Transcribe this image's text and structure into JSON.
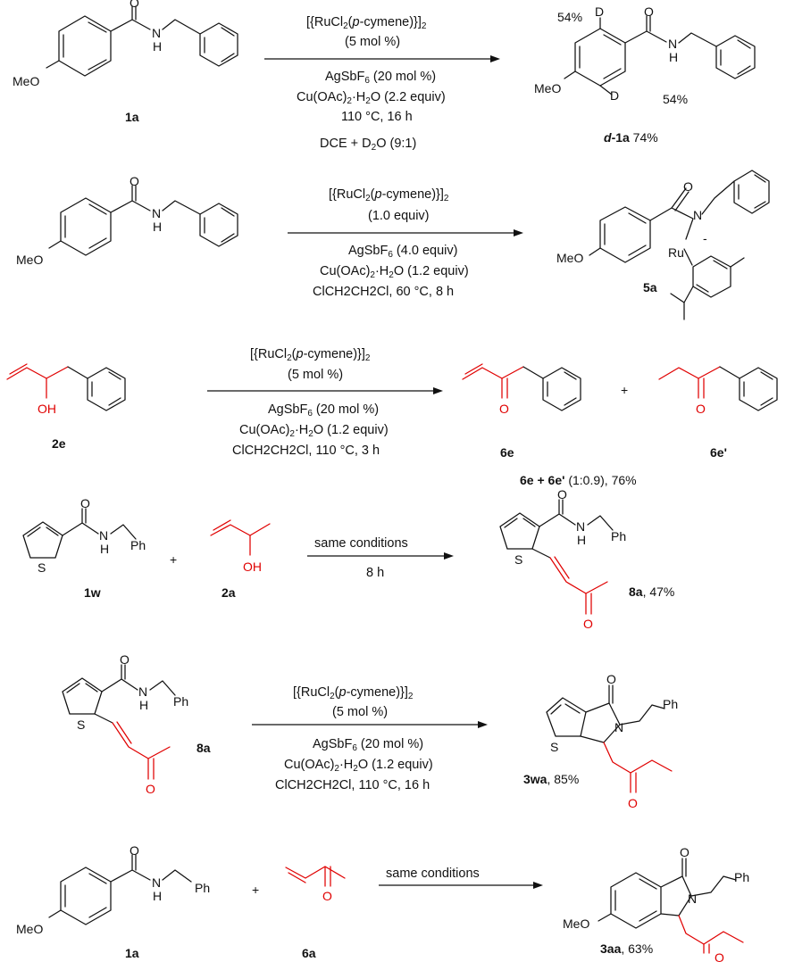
{
  "colors": {
    "ink": "#111111",
    "highlight": "#e00000",
    "background": "#ffffff"
  },
  "text": {
    "sub6": "6",
    "sub2": "2",
    "r1": {
      "cond_top_a": "[{RuCl",
      "cond_top_b": "(",
      "cond_top_c": "p",
      "cond_top_d": "-cymene)}]",
      "cond_loading": "(5 mol %)",
      "cond_ag": "AgSbF",
      "cond_ag_amt": " (20 mol %)",
      "cond_cu_a": "Cu(OAc)",
      "cond_cu_b": "·H",
      "cond_cu_c": "O (2.2 equiv)",
      "cond_temp": "110 °C, 16 h",
      "cond_solv_a": "DCE + D",
      "cond_solv_b": "O (9:1)",
      "reactant_label": "1a",
      "product_label_a": "d",
      "product_label_b": "-1a",
      "product_yield": " 74%",
      "deuteration_top": "54%",
      "deuteration_bottom": "54%",
      "D1": "D",
      "D2": "D",
      "MeO": "MeO",
      "O": "O",
      "NH_N": "N",
      "NH_H": "H"
    },
    "r2": {
      "cond_top_a": "[{RuCl",
      "cond_top_b": "(",
      "cond_top_c": "p",
      "cond_top_d": "-cymene)}]",
      "cond_loading": "(1.0 equiv)",
      "cond_ag": "AgSbF",
      "cond_ag_amt": " (4.0 equiv)",
      "cond_cu_a": "Cu(OAc)",
      "cond_cu_b": "·H",
      "cond_cu_c": "O (1.2 equiv)",
      "cond_solv": "ClCH2CH2Cl, 60 °C, 8 h",
      "product_label": "5a",
      "MeO": "MeO",
      "O": "O",
      "NH_N": "N",
      "NH_H": "H",
      "N": "N",
      "Ru": "Ru",
      "minus": "-",
      "MeO_p": "MeO",
      "O_p": "O"
    },
    "r3": {
      "cond_top_a": "[{RuCl",
      "cond_top_b": "(",
      "cond_top_c": "p",
      "cond_top_d": "-cymene)}]",
      "cond_loading": "(5 mol %)",
      "cond_ag": "AgSbF",
      "cond_ag_amt": " (20 mol %)",
      "cond_cu_a": "Cu(OAc)",
      "cond_cu_b": "·H",
      "cond_cu_c": "O (1.2 equiv)",
      "cond_solv": "ClCH2CH2Cl, 110 °C, 3 h",
      "reactant_label": "2e",
      "OH": "OH",
      "product1_label": "6e",
      "product2_label": "6e'",
      "O1": "O",
      "O2": "O",
      "plus": "+",
      "ratio_a": "6e",
      "ratio_b": " + ",
      "ratio_c": "6e'",
      "ratio_d": " (1:0.9), 76%"
    },
    "r4": {
      "cond_top": "same conditions",
      "cond_time": "8 h",
      "reactant1_label": "1w",
      "reactant2_label": "2a",
      "plus": "+",
      "product_label": "8a",
      "product_yield": ", 47%",
      "O": "O",
      "NH_N": "N",
      "NH_H": "H",
      "Ph": "Ph",
      "S": "S",
      "OH": "OH",
      "O_p": "O",
      "NH_N_p": "N",
      "NH_H_p": "H",
      "Ph_p": "Ph",
      "S_p": "S",
      "O_red": "O"
    },
    "r5": {
      "cond_top_a": "[{RuCl",
      "cond_top_b": "(",
      "cond_top_c": "p",
      "cond_top_d": "-cymene)}]",
      "cond_loading": "(5 mol %)",
      "cond_ag": "AgSbF",
      "cond_ag_amt": " (20 mol %)",
      "cond_cu_a": "Cu(OAc)",
      "cond_cu_b": "·H",
      "cond_cu_c": "O (1.2 equiv)",
      "cond_solv": "ClCH2CH2Cl, 110 °C, 16 h",
      "reactant_label": "8a",
      "product_label": "3wa",
      "product_yield": ", 85%",
      "O": "O",
      "NH_N": "N",
      "NH_H": "H",
      "Ph": "Ph",
      "S": "S",
      "O_red": "O",
      "O_p": "O",
      "N_p": "N",
      "Ph_p": "Ph",
      "S_p": "S",
      "O_red_p": "O"
    },
    "r6": {
      "cond_top": "same conditions",
      "reactant1_label": "1a",
      "reactant2_label": "6a",
      "plus": "+",
      "product_label": "3aa",
      "product_yield": ", 63%",
      "MeO": "MeO",
      "O": "O",
      "NH_N": "N",
      "NH_H": "H",
      "Ph": "Ph",
      "O_red": "O",
      "MeO_p": "MeO",
      "O_p": "O",
      "N_p": "N",
      "Ph_p": "Ph",
      "O_red_p": "O"
    }
  }
}
